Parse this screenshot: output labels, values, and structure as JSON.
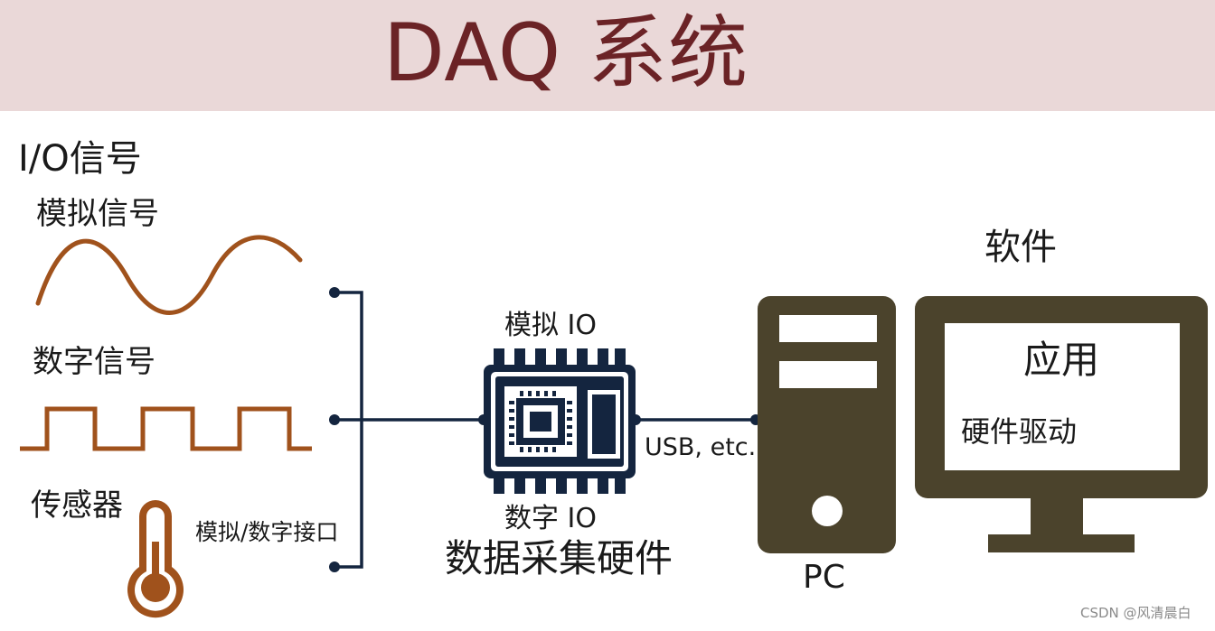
{
  "header": {
    "title": "DAQ 系统"
  },
  "signals": {
    "heading": "I/O信号",
    "analog_label": "模拟信号",
    "digital_label": "数字信号",
    "sensor_label": "传感器",
    "interface_label": "模拟/数字接口"
  },
  "hardware": {
    "analog_io": "模拟 IO",
    "digital_io": "数字 IO",
    "label": "数据采集硬件"
  },
  "connection": {
    "label": "USB, etc."
  },
  "pc": {
    "label": "PC"
  },
  "software": {
    "label": "软件",
    "app": "应用",
    "driver": "硬件驱动"
  },
  "watermark": "CSDN @风清晨白",
  "colors": {
    "banner_bg": "#ead8d8",
    "title_color": "#6b2326",
    "signal_color": "#a0521c",
    "chip_navy": "#14253f",
    "pc_olive": "#4b432c"
  }
}
